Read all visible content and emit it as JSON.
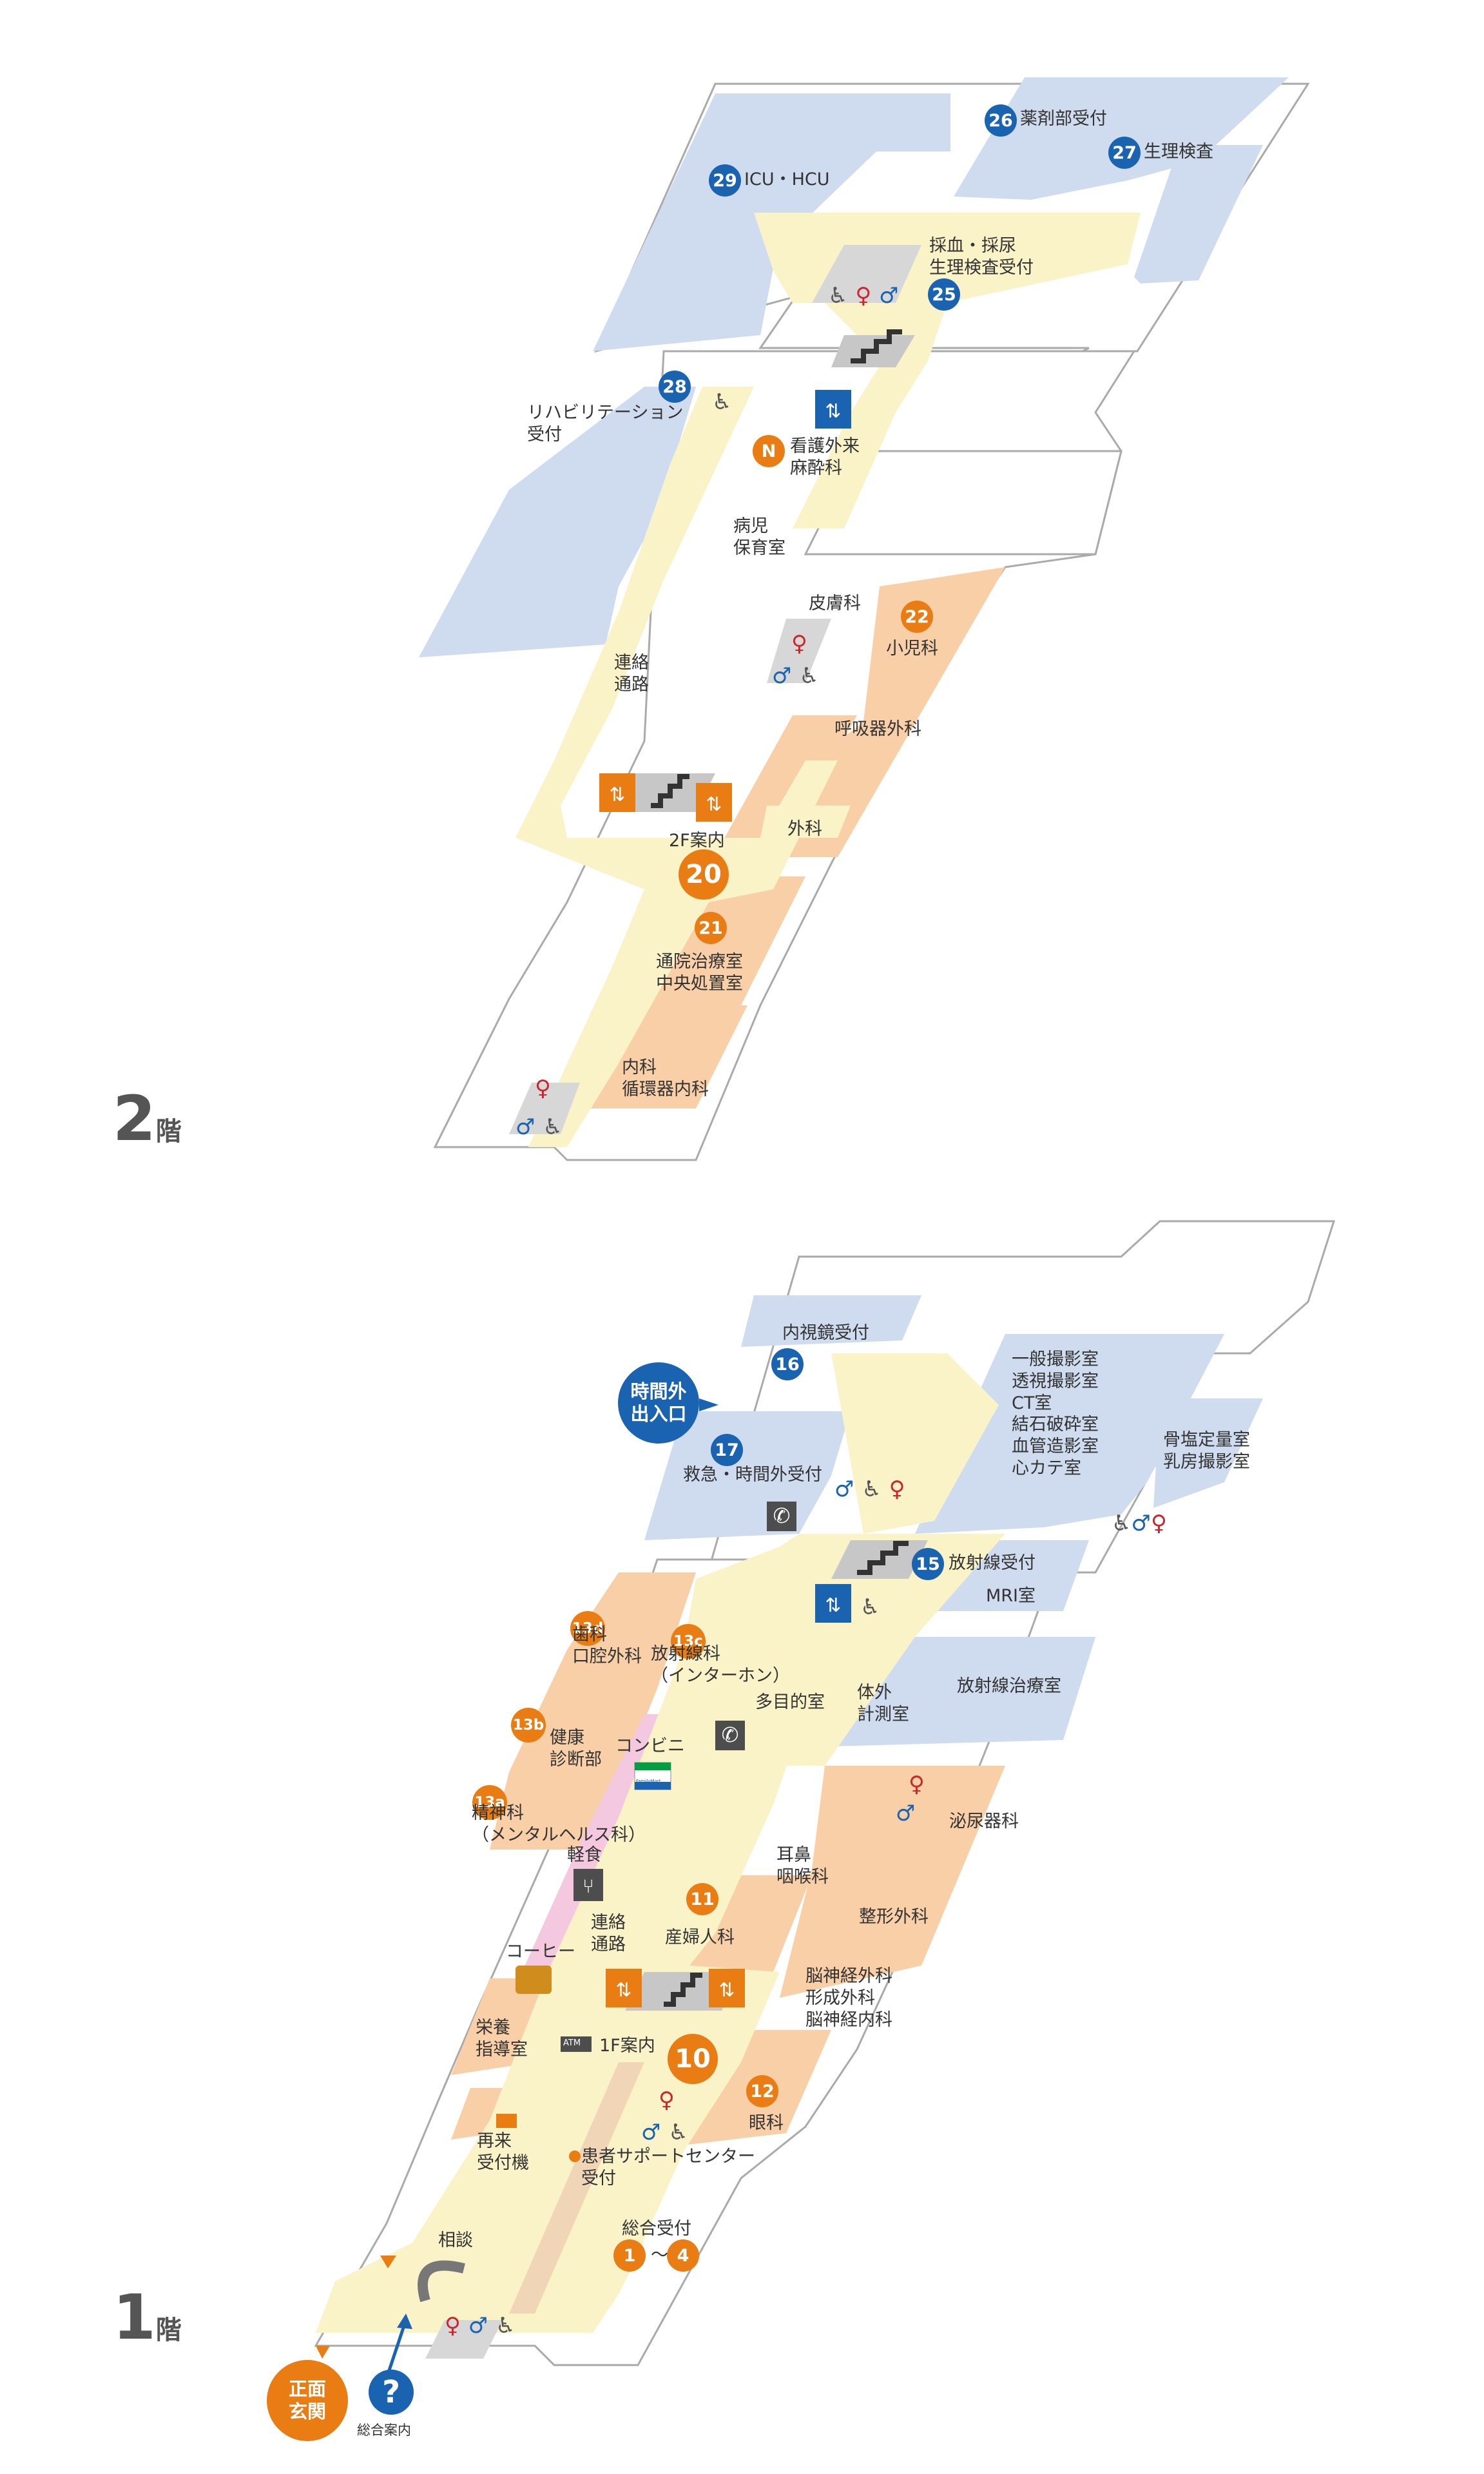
{
  "floors": {
    "f2": {
      "num": "2",
      "suffix": "階"
    },
    "f1": {
      "num": "1",
      "suffix": "階"
    }
  },
  "colors": {
    "dept_blue": "#cfdcef",
    "dept_orange": "#f8cfa6",
    "corridor": "#fbf3c8",
    "shop_pink": "#f4c8de",
    "badge_blue": "#1a63b0",
    "badge_orange": "#ea7c14"
  },
  "badges": {
    "b26": "26",
    "b27": "27",
    "b29": "29",
    "b25": "25",
    "b28": "28",
    "bN": "N",
    "b22": "22",
    "b20": "20",
    "b21": "21",
    "b16": "16",
    "b17": "17",
    "b15": "15",
    "b13d": "13d",
    "b13c": "13c",
    "b13b": "13b",
    "b13a": "13a",
    "b11": "11",
    "b10": "10",
    "b12": "12",
    "b1": "1",
    "b4": "4"
  },
  "labels": {
    "f2": {
      "pharmacy": "薬剤部受付",
      "physio": "生理検査",
      "icu": "ICU・HCU",
      "blood": "採血・採尿\n生理検査受付",
      "rehab": "リハビリテーション\n受付",
      "nursing": "看護外来\n麻酔科",
      "childcare": "病児\n保育室",
      "derm": "皮膚科",
      "pediatrics": "小児科",
      "corridor": "連絡\n通路",
      "resp": "呼吸器外科",
      "surgery": "外科",
      "info2f": "2F案内",
      "outpatient": "通院治療室\n中央処置室",
      "internal": "内科\n循環器内科"
    },
    "f1": {
      "endoscopy": "内視鏡受付",
      "afterhours": "時間外\n出入口",
      "emergency": "救急・時間外受付",
      "radiology_rooms": "一般撮影室\n透視撮影室\nCT室\n結石破砕室\n血管造影室\n心カテ室",
      "bone": "骨塩定量室\n乳房撮影室",
      "radiology": "放射線受付",
      "mri": "MRI室",
      "dental": "歯科\n口腔外科",
      "interphone": "放射線科\n（インターホン）",
      "multipurpose": "多目的室",
      "bodymeasure": "体外\n計測室",
      "radiotherapy": "放射線治療室",
      "health": "健康\n診断部",
      "conveni": "コンビニ",
      "familymart": "FamilyMart",
      "psych": "精神科\n（メンタルヘルス科）",
      "urology": "泌尿器科",
      "ent": "耳鼻\n咽喉科",
      "snack": "軽食",
      "corridor": "連絡\n通路",
      "obgyn": "産婦人科",
      "ortho": "整形外科",
      "coffee": "コーヒー",
      "neuro": "脳神経外科\n形成外科\n脳神経内科",
      "nutrition": "栄養\n指導室",
      "atm": "ATM",
      "info1f": "1F案内",
      "eye": "眼科",
      "revisit": "再来\n受付機",
      "support": "患者サポートセンター\n受付",
      "reception": "総合受付",
      "consult": "相談",
      "main_entrance": "正面\n玄関",
      "info_desk": "総合案内",
      "tilde": "〜"
    }
  }
}
